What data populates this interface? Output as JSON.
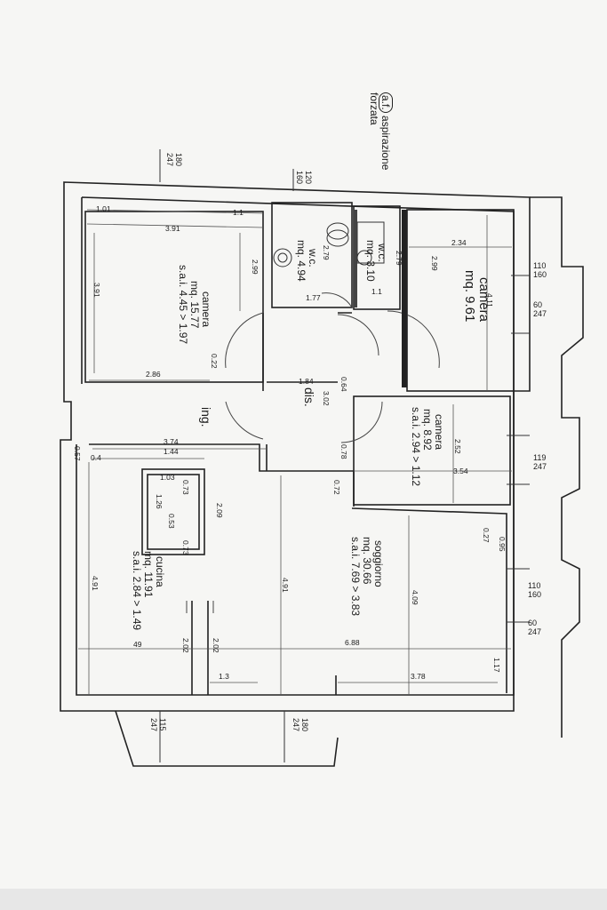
{
  "rooms": {
    "camera_a": {
      "name": "camera",
      "area": "mq. 15.77",
      "sai": "s.a.i. 4.45 > 1.97"
    },
    "camera_b": {
      "name": "camera",
      "area": "mq. 9.61"
    },
    "camera_c": {
      "name": "camera",
      "area": "mq. 8.92",
      "sai": "s.a.i. 2.94 > 1.12"
    },
    "wc_a": {
      "name": "w.c.",
      "area": "mq. 4.94"
    },
    "wc_b": {
      "name": "w.c.",
      "area": "mq. 3.10"
    },
    "soggiorno": {
      "name": "soggiorno",
      "area": "mq. 30.66",
      "sai": "s.a.i. 7.69 > 3.83"
    },
    "cucina": {
      "name": "cucina",
      "area": "mq. 11.91",
      "sai": "s.a.i. 2.84 > 1.49"
    },
    "dis": {
      "name": "dis."
    },
    "ing": {
      "name": "ing."
    }
  },
  "legend": {
    "symbol": "a.f.",
    "line1": "aspirazione",
    "line2": "forzata"
  },
  "dimensions": {
    "d1_01": "1.01",
    "d3_91_top": "3.91",
    "d1_1": "1.1",
    "d3_91_side": "3.91",
    "d2_99_a": "2.99",
    "d2_86": "2.86",
    "d0_22": "0.22",
    "d2_79_a": "2.79",
    "d1_77": "1.77",
    "d2_79_b": "2.79",
    "d1_1_b": "1.1",
    "d2_34": "2.34",
    "d2_99_b": "2.99",
    "d4_11": "4.11",
    "d1_84": "1.84",
    "d3_02": "3.02",
    "d0_64": "0.64",
    "d2_52": "2.52",
    "d3_54": "3.54",
    "d0_78": "0.78",
    "d0_72": "0.72",
    "d3_74": "3.74",
    "d1_44": "1.44",
    "d0_57": "0.57",
    "d0_4": "0.4",
    "d1_03": "1.03",
    "d0_73_a": "0.73",
    "d1_26": "1.26",
    "d0_53": "0.53",
    "d0_73_b": "0.73",
    "d2_09": "2.09",
    "d4_91_a": "4.91",
    "d4_91_b": "4.91",
    "d0_95": "0.95",
    "d0_27": "0.27",
    "d4_09": "4.09",
    "d6_88": "6.88",
    "d49": "49",
    "d2_02_a": "2.02",
    "d2_02_b": "2.02",
    "d1_3": "1.3",
    "d3_78": "3.78",
    "d1_17": "1.17"
  },
  "windows": {
    "w1": [
      "180",
      "247"
    ],
    "w2": [
      "120",
      "160"
    ],
    "w3": [
      "110",
      "160"
    ],
    "w4": [
      "60",
      "247"
    ],
    "w5": [
      "119",
      "247"
    ],
    "w6": [
      "110",
      "160"
    ],
    "w7": [
      "60",
      "247"
    ],
    "w8": [
      "115",
      "247"
    ],
    "w9": [
      "180",
      "247"
    ]
  }
}
